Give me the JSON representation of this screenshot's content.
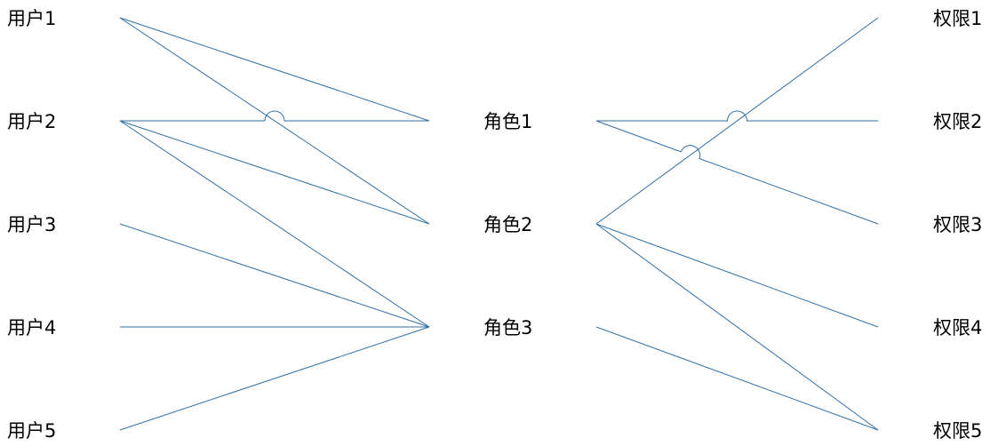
{
  "diagram": {
    "line_color": "#2f6ea6",
    "text_color": "#000000",
    "users": [
      {
        "id": "u1",
        "label": "用户1"
      },
      {
        "id": "u2",
        "label": "用户2"
      },
      {
        "id": "u3",
        "label": "用户3"
      },
      {
        "id": "u4",
        "label": "用户4"
      },
      {
        "id": "u5",
        "label": "用户5"
      }
    ],
    "roles": [
      {
        "id": "r1",
        "label": "角色1"
      },
      {
        "id": "r2",
        "label": "角色2"
      },
      {
        "id": "r3",
        "label": "角色3"
      }
    ],
    "permissions": [
      {
        "id": "p1",
        "label": "权限1"
      },
      {
        "id": "p2",
        "label": "权限2"
      },
      {
        "id": "p3",
        "label": "权限3"
      },
      {
        "id": "p4",
        "label": "权限4"
      },
      {
        "id": "p5",
        "label": "权限5"
      }
    ],
    "user_role_edges": [
      {
        "from": "u1",
        "to": "r1"
      },
      {
        "from": "u1",
        "to": "r2"
      },
      {
        "from": "u2",
        "to": "r1"
      },
      {
        "from": "u2",
        "to": "r2"
      },
      {
        "from": "u2",
        "to": "r3"
      },
      {
        "from": "u3",
        "to": "r3"
      },
      {
        "from": "u4",
        "to": "r3"
      },
      {
        "from": "u5",
        "to": "r3"
      }
    ],
    "role_permission_edges": [
      {
        "from": "r1",
        "to": "p2"
      },
      {
        "from": "r1",
        "to": "p3"
      },
      {
        "from": "r2",
        "to": "p1"
      },
      {
        "from": "r2",
        "to": "p4"
      },
      {
        "from": "r2",
        "to": "p5"
      },
      {
        "from": "r3",
        "to": "p5"
      }
    ]
  }
}
